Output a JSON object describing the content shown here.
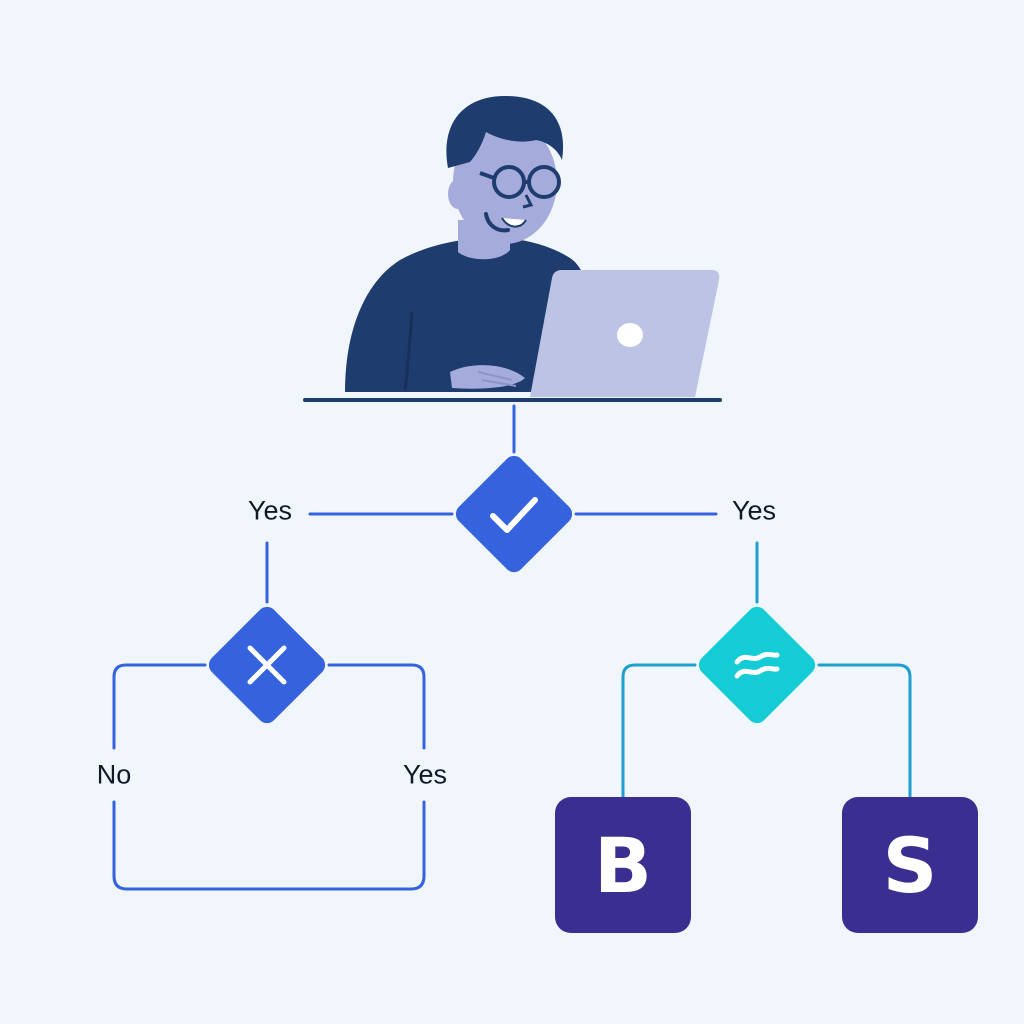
{
  "branch_labels": {
    "top_left": "Yes",
    "top_right": "Yes",
    "left_no": "No",
    "left_yes": "Yes"
  },
  "tiles": {
    "left": "B",
    "right": "S"
  },
  "colors": {
    "background": "#f1f6fd",
    "connector": "#3563dd",
    "connector_teal": "#1f9fd0",
    "decision_blue": "#3563dd",
    "decision_teal": "#13ccd6",
    "tile": "#3a2f91",
    "person_navy": "#1f3c6e",
    "skin": "#a5acdc",
    "laptop": "#bcc3e5"
  },
  "icons": {
    "top_decision": "checkmark-icon",
    "left_decision": "x-icon",
    "right_decision": "wave-icon"
  }
}
